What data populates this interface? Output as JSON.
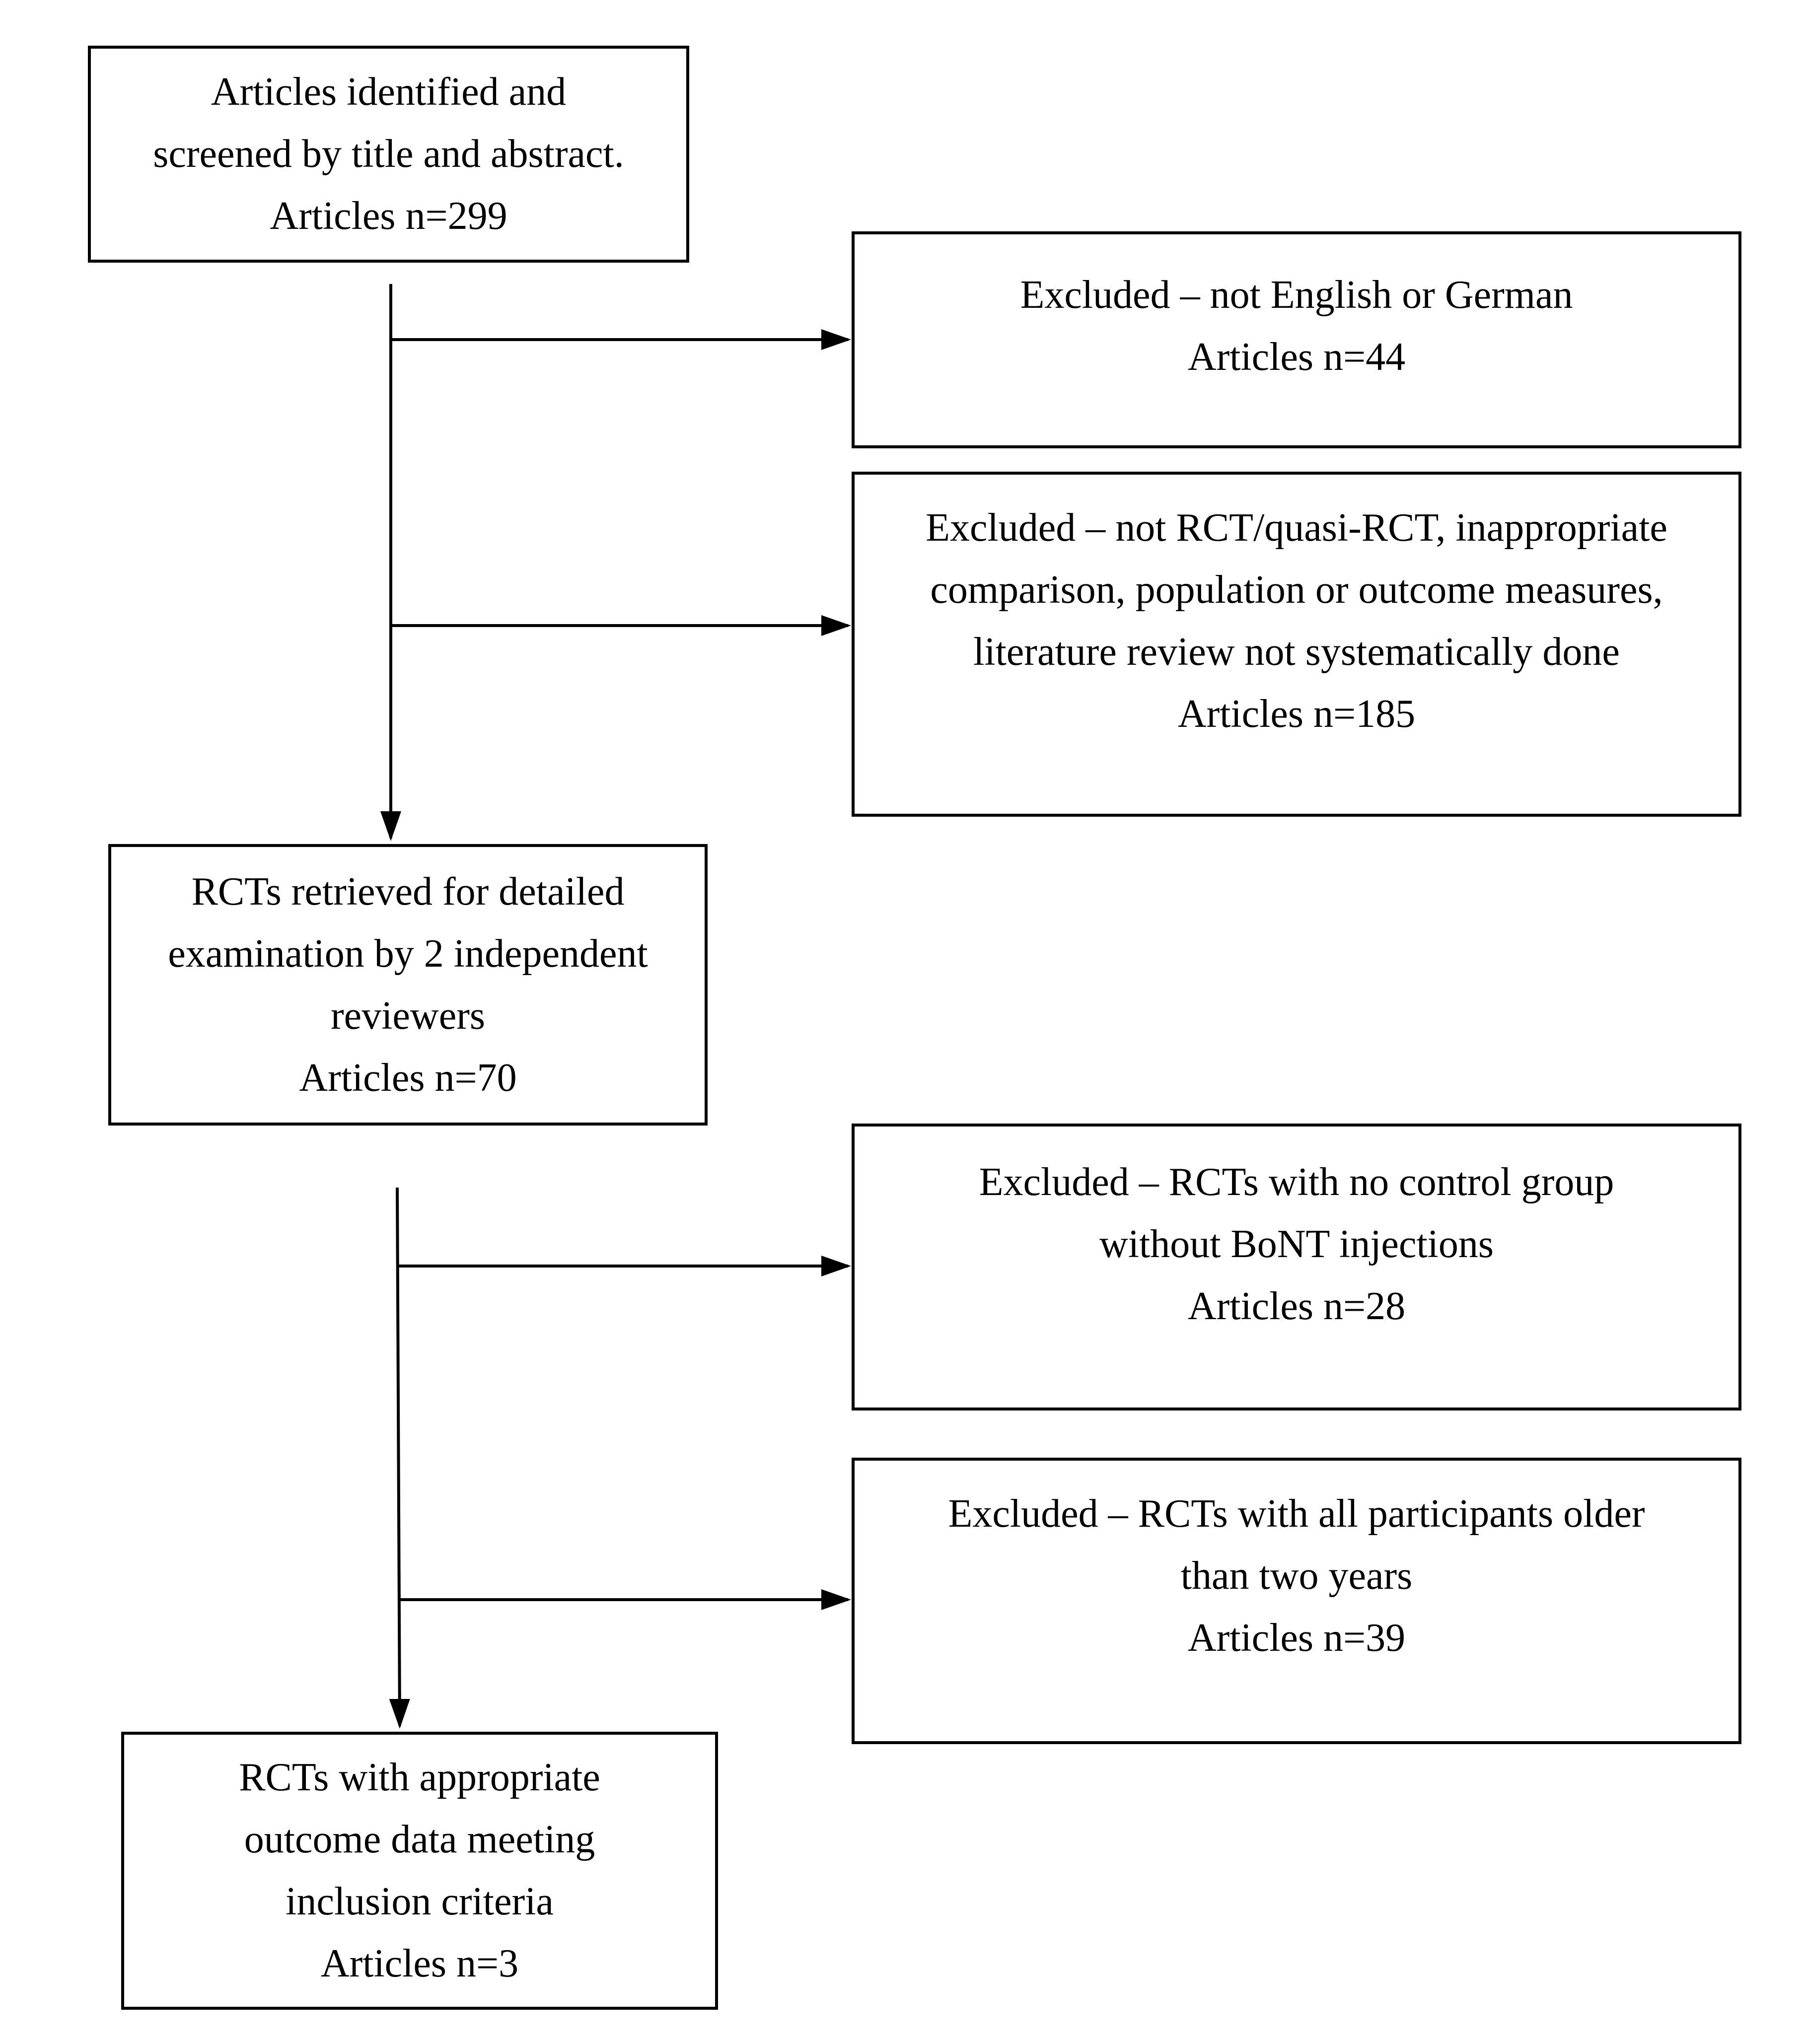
{
  "nodes": {
    "identified": {
      "lines": [
        "Articles identified and",
        "screened by title and abstract.",
        "Articles n=299"
      ]
    },
    "excluded_language": {
      "lines": [
        "Excluded – not English or German",
        "Articles n=44"
      ]
    },
    "excluded_design": {
      "lines": [
        "Excluded – not RCT/quasi-RCT, inappropriate",
        "comparison, population or outcome measures,",
        "literature review not systematically done",
        "Articles n=185"
      ]
    },
    "retrieved": {
      "lines": [
        "RCTs retrieved for detailed",
        "examination by 2 independent",
        "reviewers",
        "Articles n=70"
      ]
    },
    "excluded_control": {
      "lines": [
        "Excluded – RCTs with no control group",
        "without BoNT injections",
        "Articles n=28"
      ]
    },
    "excluded_age": {
      "lines": [
        "Excluded – RCTs with all participants older",
        "than two years",
        "Articles n=39"
      ]
    },
    "included": {
      "lines": [
        "RCTs with appropriate",
        "outcome data meeting",
        "inclusion criteria",
        "Articles n=3"
      ]
    }
  }
}
